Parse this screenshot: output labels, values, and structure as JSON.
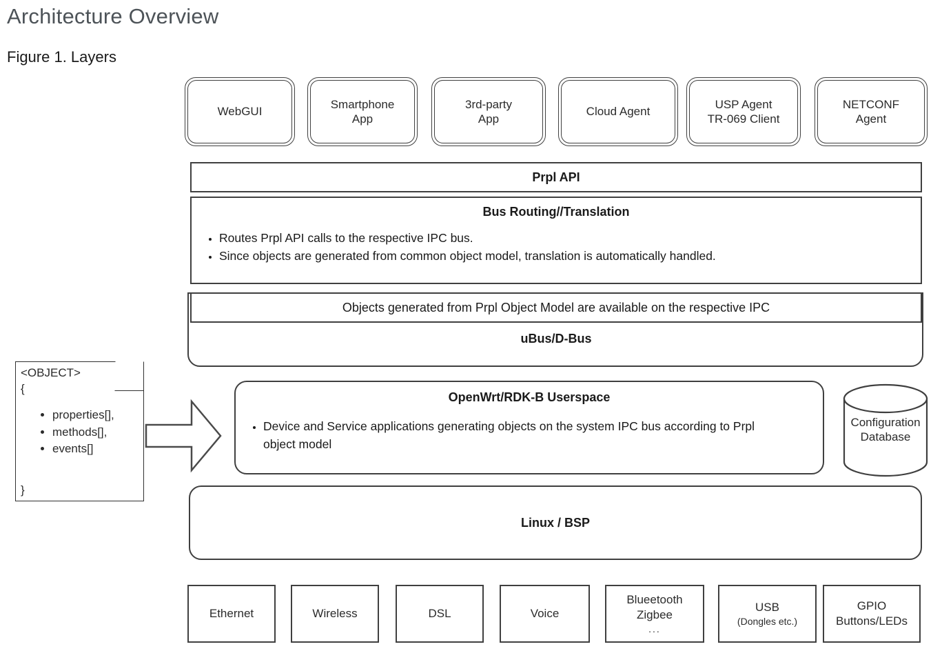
{
  "page": {
    "title": "Architecture Overview",
    "figure_caption": "Figure 1. Layers"
  },
  "colors": {
    "title_text": "#4d5358",
    "body_text": "#1a1a1a",
    "shape_stroke": "#3f3f3f",
    "background": "#ffffff"
  },
  "applications": [
    {
      "label": "WebGUI"
    },
    {
      "label": "Smartphone\nApp"
    },
    {
      "label": "3rd-party\nApp"
    },
    {
      "label": "Cloud Agent"
    },
    {
      "label": "USP Agent\nTR-069 Client"
    },
    {
      "label": "NETCONF\nAgent"
    }
  ],
  "layers": {
    "prpl_api": {
      "title": "Prpl API"
    },
    "bus_routing": {
      "title": "Bus Routing//Translation",
      "bullets": [
        "Routes Prpl API calls to the respective IPC bus.",
        "Since objects are generated from common object model, translation is automatically handled."
      ]
    },
    "ipc_note": {
      "text": "Objects generated from Prpl Object Model are available on the respective IPC"
    },
    "ubus": {
      "title": "uBus/D-Bus"
    },
    "userspace": {
      "title": "OpenWrt/RDK-B Userspace",
      "bullets": [
        "Device and Service applications generating objects on the system IPC bus according to Prpl object model"
      ]
    },
    "linux_bsp": {
      "title": "Linux / BSP"
    }
  },
  "object_note": {
    "header": "<OBJECT>",
    "open_brace": "{",
    "items": [
      "properties[],",
      "methods[],",
      "events[]"
    ],
    "close_brace": "}"
  },
  "database": {
    "label": "Configuration\nDatabase"
  },
  "hardware": [
    {
      "label": "Ethernet",
      "sub": "",
      "dots": ""
    },
    {
      "label": "Wireless",
      "sub": "",
      "dots": ""
    },
    {
      "label": "DSL",
      "sub": "",
      "dots": ""
    },
    {
      "label": "Voice",
      "sub": "",
      "dots": ""
    },
    {
      "label": "Blueetooth\nZigbee",
      "sub": "",
      "dots": "..."
    },
    {
      "label": "USB",
      "sub": "(Dongles etc.)",
      "dots": ""
    },
    {
      "label": "GPIO\nButtons/LEDs",
      "sub": "",
      "dots": ""
    }
  ]
}
